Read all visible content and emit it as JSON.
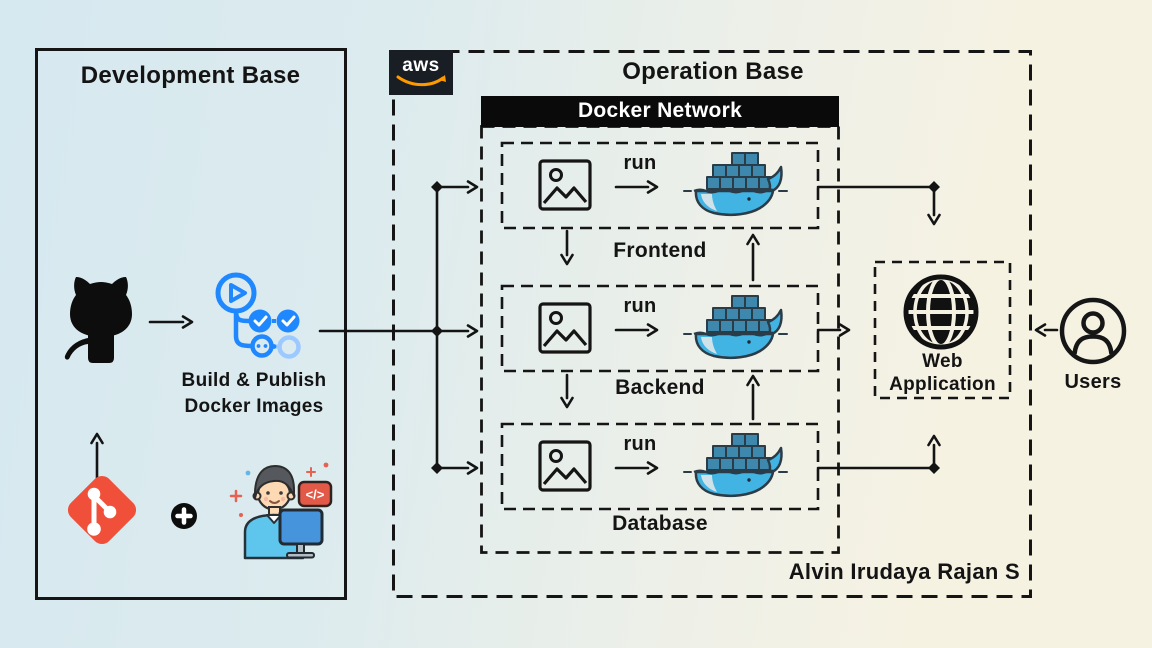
{
  "development_base": {
    "title": "Development Base",
    "pipeline_caption": {
      "line1": "Build & Publish",
      "line2": "Docker Images"
    },
    "developer_code_tag": "</>"
  },
  "operation_base": {
    "title": "Operation Base",
    "aws_label": "aws",
    "signature": "Alvin Irudaya Rajan S",
    "docker_network": {
      "title": "Docker Network",
      "containers": [
        {
          "label": "Frontend",
          "run_label": "run"
        },
        {
          "label": "Backend",
          "run_label": "run"
        },
        {
          "label": "Database",
          "run_label": "run"
        }
      ]
    },
    "web_application": {
      "line1": "Web",
      "line2": "Application"
    }
  },
  "users": {
    "label": "Users"
  },
  "colors": {
    "background_left": "#d6e8f0",
    "background_right": "#f6f2e2",
    "line": "#141414",
    "docker_blue": "#41b4e3",
    "docker_container_blue": "#3e88ae",
    "actions_blue": "#2088ff",
    "actions_blue_faded": "#9cc9ff",
    "git_red": "#f0503a",
    "aws_orange": "#ff9900",
    "developer_shirt": "#5ec6ec",
    "monitor_blue": "#4594dc",
    "badge_red": "#e25948"
  }
}
